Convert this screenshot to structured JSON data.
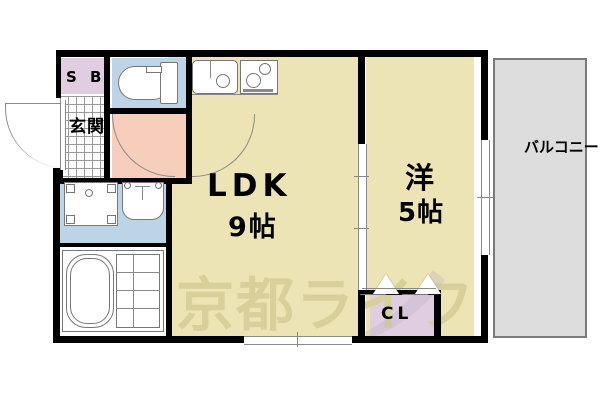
{
  "plan": {
    "title": "apartment-floor-plan",
    "watermark": "京都ライフ",
    "colors": {
      "tatami": "#ece4b4",
      "water": "#bcd4e6",
      "closet": "#e0cde2",
      "corridor": "#f7cdbb",
      "balcony": "#dddddd",
      "wall": "#000000",
      "watermark": "#d9cf9a"
    }
  },
  "rooms": {
    "ldk": {
      "name": "LDK",
      "size": "9帖"
    },
    "washitsu": {
      "name": "洋",
      "size": "5帖"
    },
    "balcony": {
      "name": "バルコニー"
    },
    "genkan": {
      "name": "玄関"
    },
    "shoe_box": {
      "name": "S B"
    },
    "closet": {
      "name": "CL"
    }
  },
  "fixtures": {
    "toilet": "toilet-fixture",
    "sink": "kitchen-sink-fixture",
    "stove": "gas-stove-fixture",
    "washer": "washing-machine-pan",
    "basin": "wash-basin-fixture",
    "bathtub": "bathtub-fixture"
  }
}
